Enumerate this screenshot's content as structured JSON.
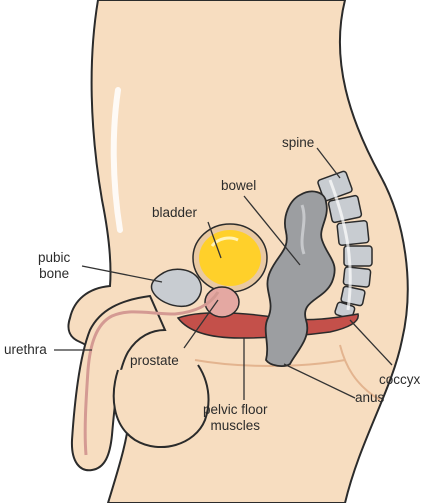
{
  "labels": {
    "spine": "spine",
    "bowel": "bowel",
    "bladder": "bladder",
    "pubic_bone": "pubic\nbone",
    "urethra": "urethra",
    "prostate": "prostate",
    "coccyx": "coccyx",
    "anus": "anus",
    "pelvic_floor_muscles": "pelvic floor\nmuscles"
  },
  "colors": {
    "skin": "#f7ddc0",
    "outline": "#2b2b2b",
    "bladder_fill": "#ffd02a",
    "bladder_rim": "#e9c9a3",
    "bone": "#c8ccd1",
    "bowel": "#9c9ea1",
    "prostate": "#e4a8a2",
    "muscle": "#c4504a",
    "urethra": "#d49a93",
    "leader": "#333333"
  }
}
